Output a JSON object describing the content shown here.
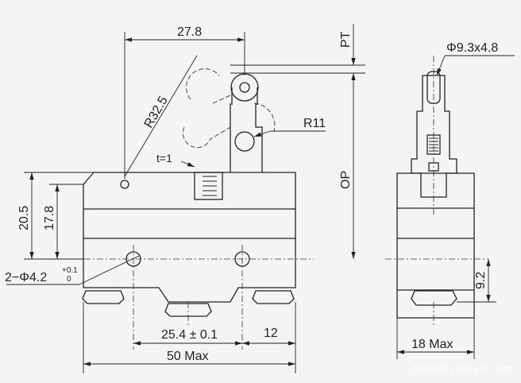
{
  "labels": {
    "top_width": "27.8",
    "pt": "PT",
    "roller_size": "Φ9.3x4.8",
    "lever_radius": "R32.5",
    "roller_radius": "R11",
    "thickness": "t=1",
    "op": "OP",
    "height_total": "20.5",
    "height_hole": "17.8",
    "hole_prefix": "2−Φ4.2",
    "hole_tol_upper": "+0.1",
    "hole_tol_lower": "0",
    "side_height": "9.2",
    "hole_spacing": "25.4 ± 0.1",
    "hole_offset": "12",
    "length_max": "50 Max",
    "width_max": "18 Max"
  },
  "watermark": "douqudiancan.com"
}
